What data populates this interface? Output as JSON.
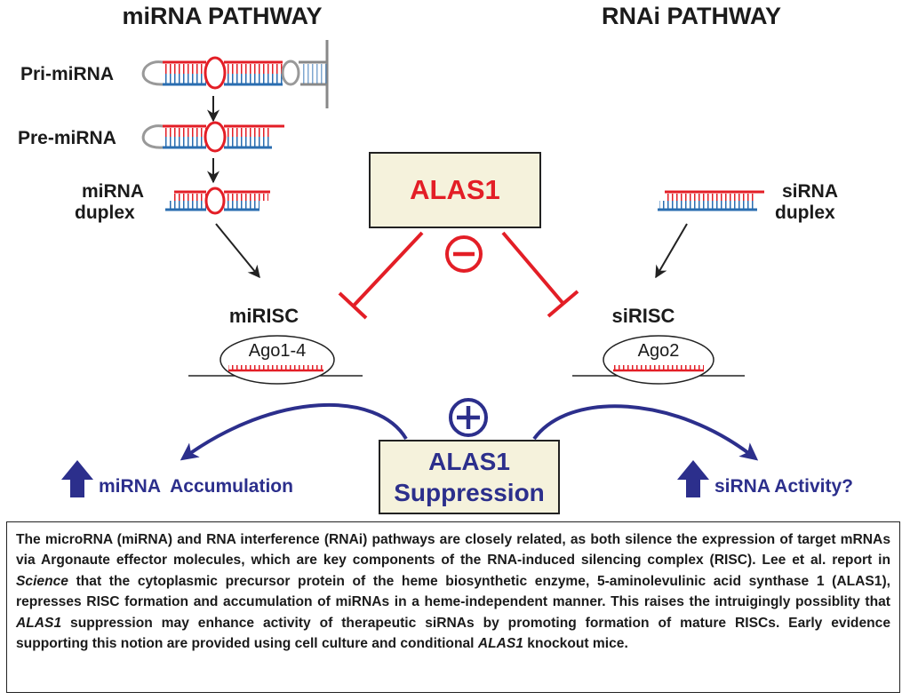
{
  "headings": {
    "left": "miRNA PATHWAY",
    "right": "RNAi PATHWAY"
  },
  "labels": {
    "pri_mirna": "Pri-miRNA",
    "pre_mirna": "Pre-miRNA",
    "mirna_duplex_line1": "miRNA",
    "mirna_duplex_line2": "duplex",
    "sirna_duplex_line1": "siRNA",
    "sirna_duplex_line2": "duplex",
    "mirisc": "miRISC",
    "sirisc": "siRISC",
    "ago_left": "Ago1-4",
    "ago_right": "Ago2",
    "alas1_box": "ALAS1",
    "suppression_line1": "ALAS1",
    "suppression_line2": "Suppression",
    "mirna_accumulation": "miRNA  Accumulation",
    "sirna_activity": "siRNA Activity?"
  },
  "symbols": {
    "minus": "minus-sign",
    "plus": "plus-sign"
  },
  "colors": {
    "red": "#e31e26",
    "blue_strand": "#2a6db0",
    "navy": "#2c2f8c",
    "box_fill": "#f5f2dc",
    "text_dark": "#1b1b1b"
  },
  "caption": {
    "p1": "The microRNA (miRNA) and RNA interference (RNAi) pathways are closely related, as both silence the expression of target mRNAs via Argonaute effector molecules, which are key components of the RNA-induced silencing complex (RISC). Lee et al. report in ",
    "journal": "Science",
    "p2": " that the cytoplasmic precursor protein of the heme biosynthetic enzyme, 5-aminolevulinic acid synthase 1 (ALAS1),  represses RISC formation and accumulation of miRNAs in a heme-independent manner. This raises the intruigingly possiblity that ",
    "gene1": "ALAS1",
    "p3": " suppression may enhance activity of therapeutic siRNAs by promoting formation of mature RISCs. Early evidence supporting this notion are provided using cell culture and conditional ",
    "gene2": "ALAS1",
    "p4": " knockout mice."
  }
}
